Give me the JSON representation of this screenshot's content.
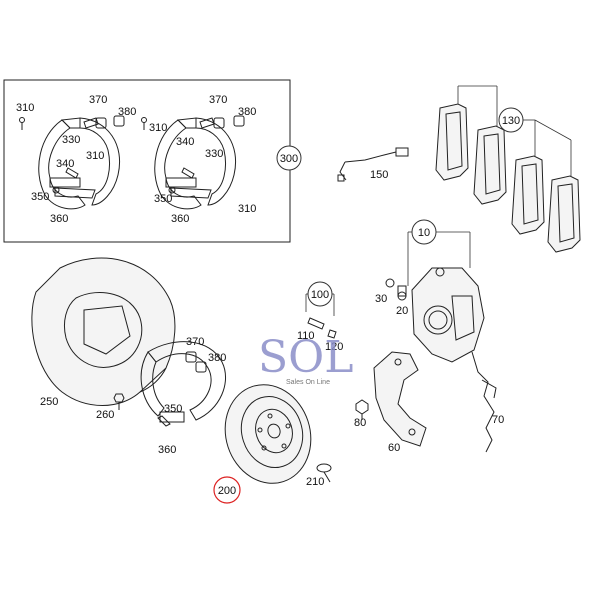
{
  "diagram": {
    "labels": {
      "l310a": "310",
      "l370a": "370",
      "l380a": "380",
      "l330a": "330",
      "l340a": "340",
      "l310b": "310",
      "l350a": "350",
      "l360a": "360",
      "l370b": "370",
      "l380b": "380",
      "l310c": "310",
      "l330b": "330",
      "l340b": "340",
      "l350b": "350",
      "l360b": "360",
      "l310d": "310",
      "l150": "150",
      "l30": "30",
      "l20": "20",
      "l250": "250",
      "l260": "260",
      "l110": "110",
      "l120": "120",
      "l370c": "370",
      "l380c": "380",
      "l350c": "350",
      "l360c": "360",
      "l80": "80",
      "l60": "60",
      "l70": "70",
      "l210": "210"
    },
    "callouts": {
      "c300": "300",
      "c130": "130",
      "c10": "10",
      "c100": "100",
      "c200": "200"
    }
  },
  "logo": {
    "text": "SOL",
    "subtitle": "Sales On Line"
  },
  "colors": {
    "highlight_ring": "#dd2222",
    "logo": "#8a8ec8"
  }
}
